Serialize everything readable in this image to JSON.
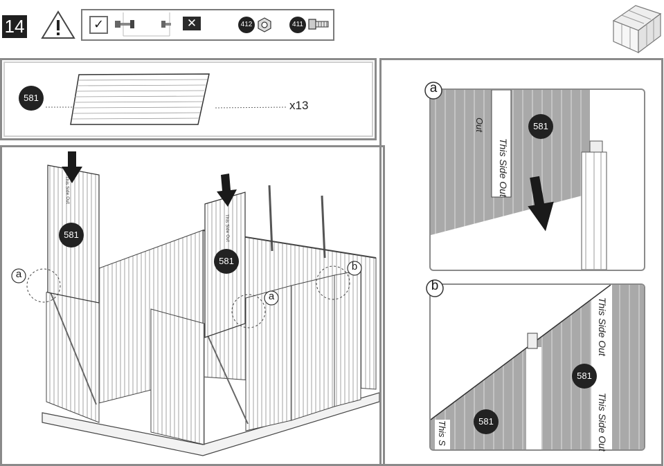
{
  "step": {
    "number": "14"
  },
  "toolbar": {
    "check_mark": "✓",
    "x_mark": "✕",
    "part_412": "412",
    "part_411": "411"
  },
  "panel_box": {
    "part_label": "581",
    "quantity": "x13"
  },
  "main_view": {
    "callout_a_left": "a",
    "callout_a_mid": "a",
    "callout_b": "b",
    "panel_label_1": "581",
    "panel_label_2": "581",
    "stamp_text": "This Side Out"
  },
  "detail_a": {
    "label": "a",
    "part_label": "581",
    "stamp_text": "This Side Out",
    "stamp_text_top": "Out"
  },
  "detail_b": {
    "label": "b",
    "part_label_upper": "581",
    "part_label_lower": "581",
    "stamp_text": "This Side Out",
    "stamp_text_top": "This Side Out",
    "stamp_text_bottom": "This S"
  }
}
